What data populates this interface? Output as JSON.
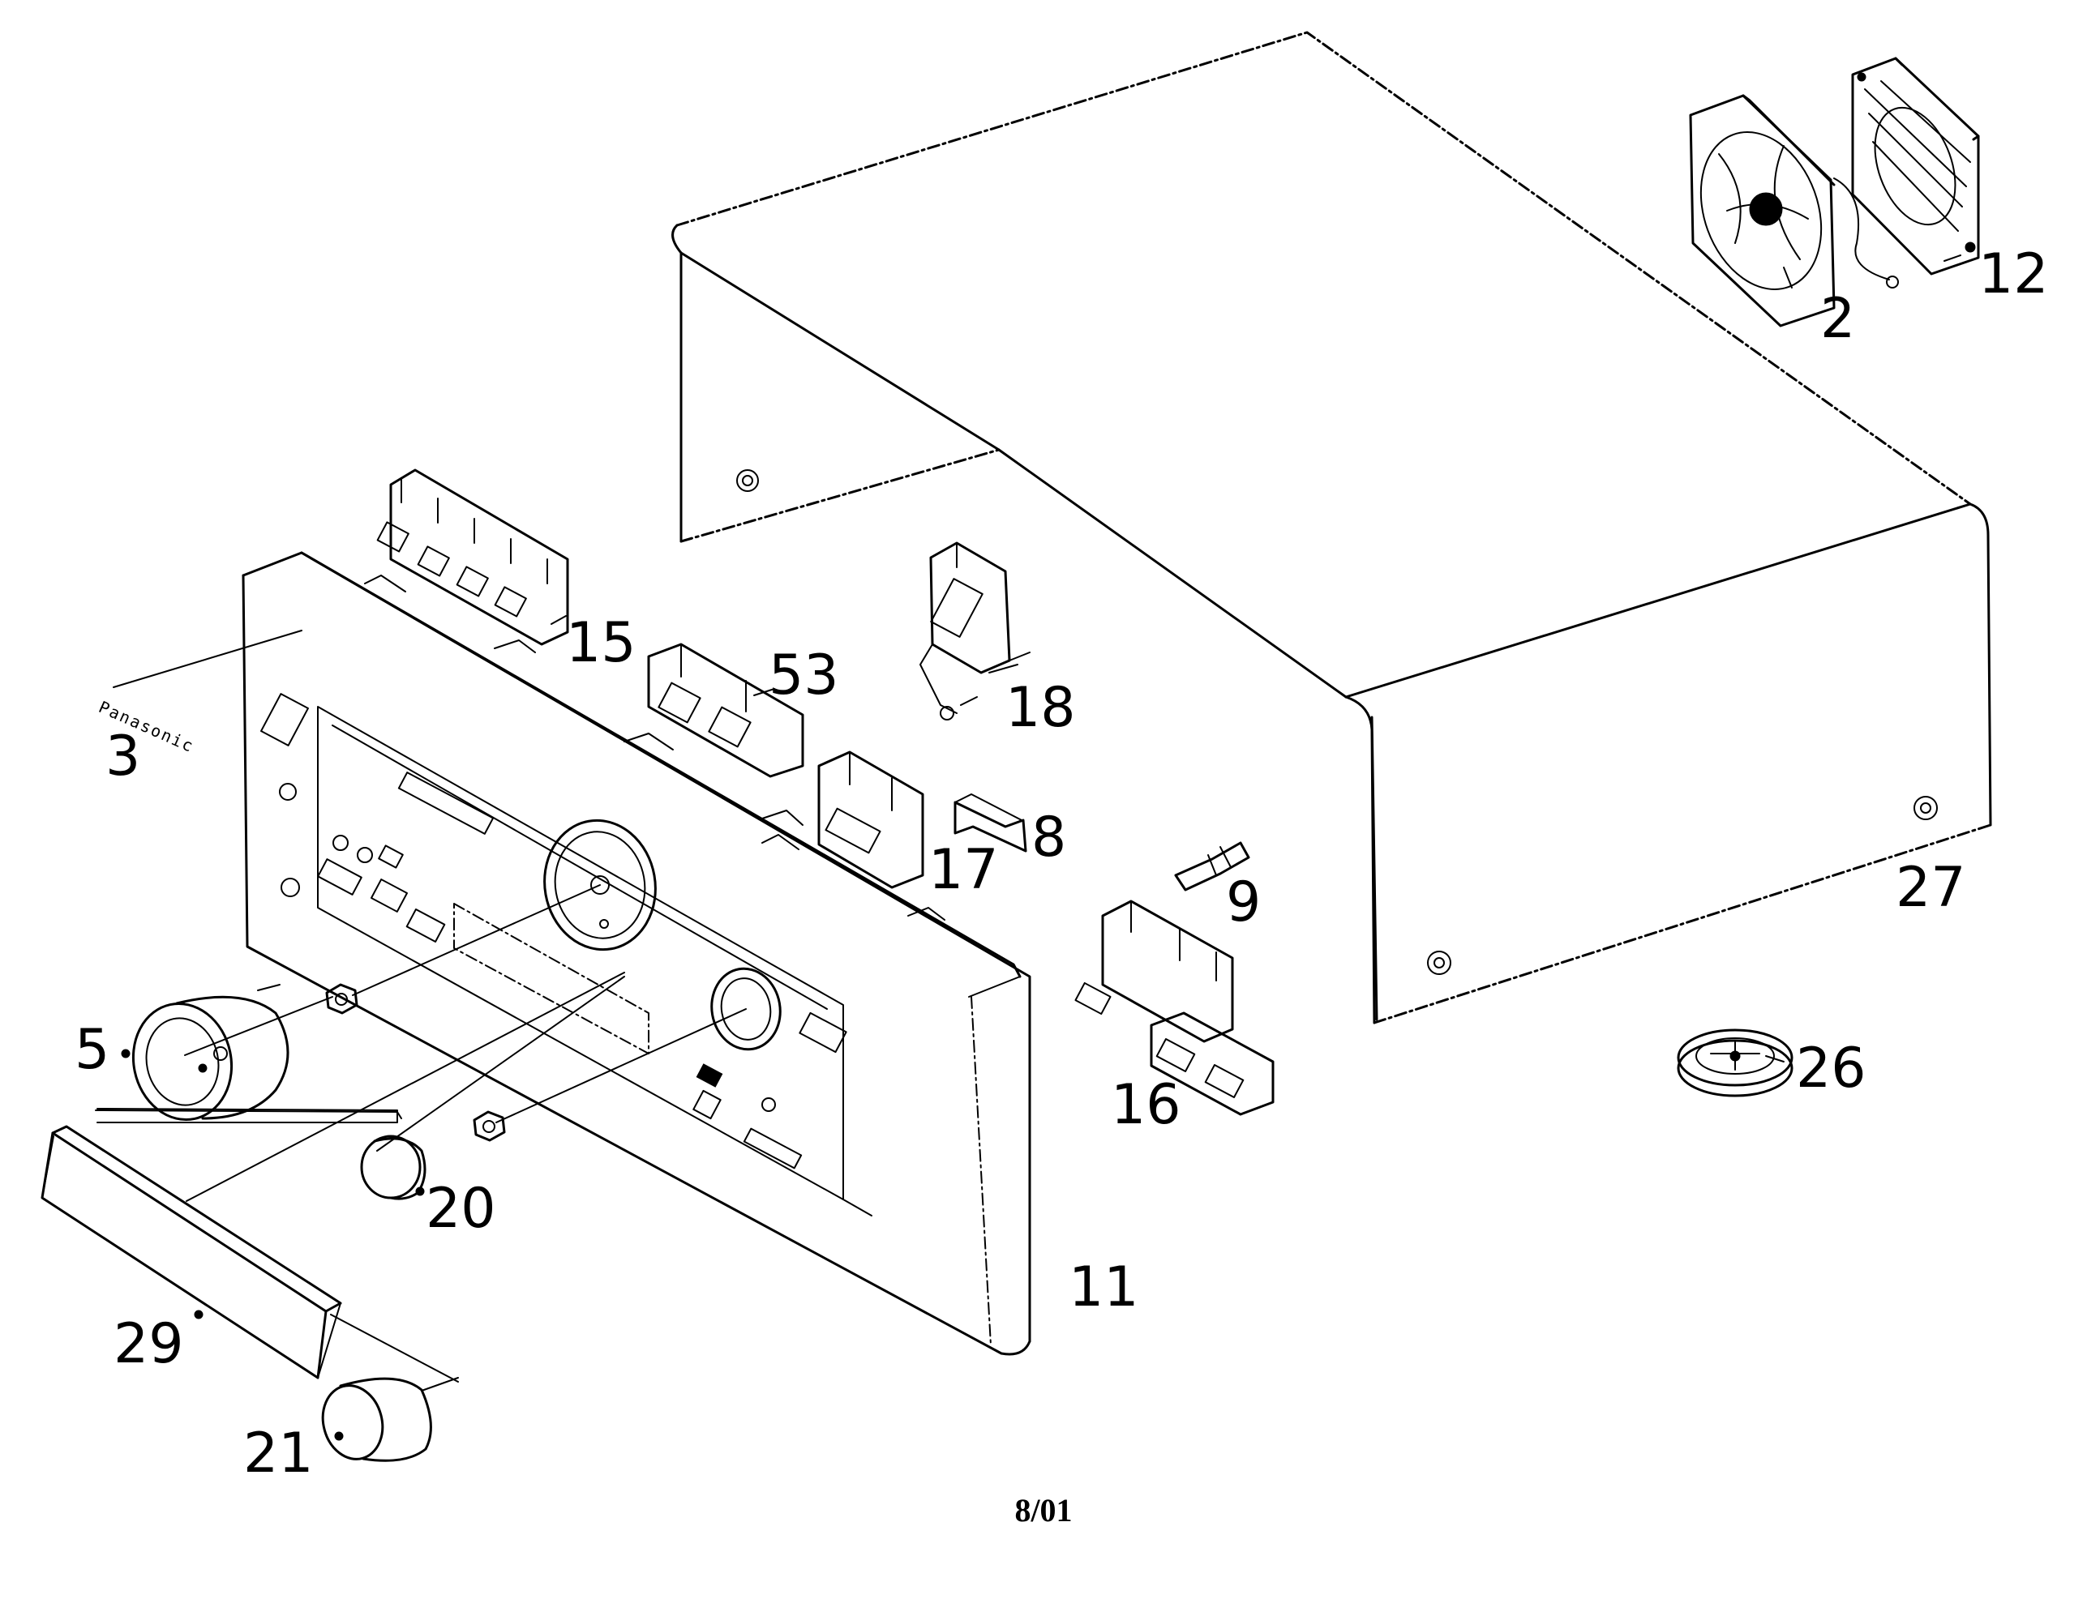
{
  "diagram": {
    "brand_text": "Panasonic",
    "footer_date": "8/01",
    "callouts": [
      {
        "id": "2",
        "text": "2"
      },
      {
        "id": "3",
        "text": "3"
      },
      {
        "id": "5",
        "text": "5"
      },
      {
        "id": "8",
        "text": "8"
      },
      {
        "id": "9",
        "text": "9"
      },
      {
        "id": "11",
        "text": "11"
      },
      {
        "id": "12",
        "text": "12"
      },
      {
        "id": "15",
        "text": "15"
      },
      {
        "id": "16",
        "text": "16"
      },
      {
        "id": "17",
        "text": "17"
      },
      {
        "id": "18",
        "text": "18"
      },
      {
        "id": "20",
        "text": "20"
      },
      {
        "id": "21",
        "text": "21"
      },
      {
        "id": "26",
        "text": "26"
      },
      {
        "id": "27",
        "text": "27"
      },
      {
        "id": "29",
        "text": "29"
      },
      {
        "id": "53",
        "text": "53"
      }
    ]
  }
}
